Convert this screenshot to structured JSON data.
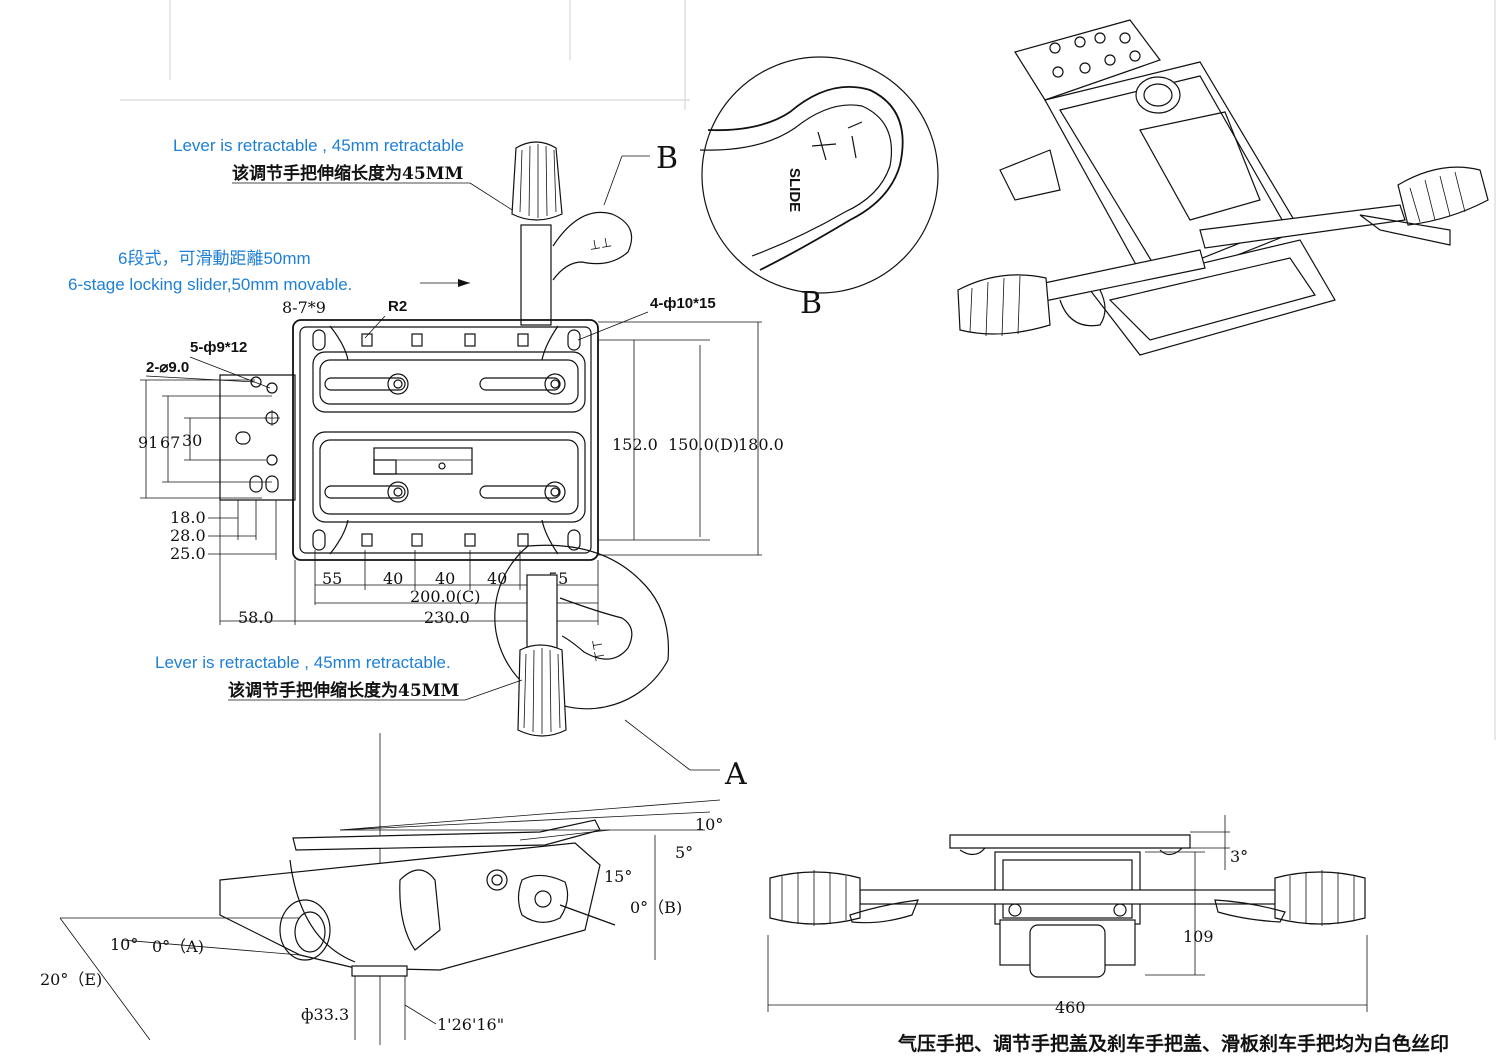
{
  "notes": {
    "lever_top_en": "Lever is retractable , 45mm retractable",
    "lever_top_cn": "该调节手把伸缩长度为45MM",
    "slider_cn": "6段式，可滑動距離50mm",
    "slider_en": "6-stage locking slider,50mm movable.",
    "lever_bottom_en": "Lever is retractable , 45mm retractable.",
    "lever_bottom_cn": "该调节手把伸缩长度为45MM",
    "footnote": "气压手把、调节手把盖及刹车手把盖、滑板刹车手把均为白色丝印"
  },
  "callouts": {
    "a": "A",
    "b_top": "B",
    "b_detail": "B"
  },
  "detail_b": {
    "label": "SLIDE"
  },
  "plan_dims": {
    "holes_8": "8-7*9",
    "radius": "R2",
    "holes_4": "4-ф10*15",
    "holes_5": "5-ф9*12",
    "holes_2": "2-⌀9.0",
    "h91": "91",
    "h67": "67",
    "h30": "30",
    "d18": "18.0",
    "d28": "28.0",
    "d25": "25.0",
    "w55a": "55",
    "w40a": "40",
    "w40b": "40",
    "w40c": "40",
    "w55b": "55",
    "w200": "200.0(C)",
    "w58": "58.0",
    "w230": "230.0",
    "h152": "152.0",
    "h150": "150.0(D)",
    "h180": "180.0"
  },
  "side_dims": {
    "a10": "10°",
    "a0a": "0°（A)",
    "a20": "20°（E)",
    "a10top": "10°",
    "a5": "5°",
    "a15": "15°",
    "a0b": "0°（B)",
    "d33": "ф33.3",
    "taper": "1'26'16\""
  },
  "front_dims": {
    "a3": "3°",
    "h109": "109",
    "w460": "460"
  }
}
